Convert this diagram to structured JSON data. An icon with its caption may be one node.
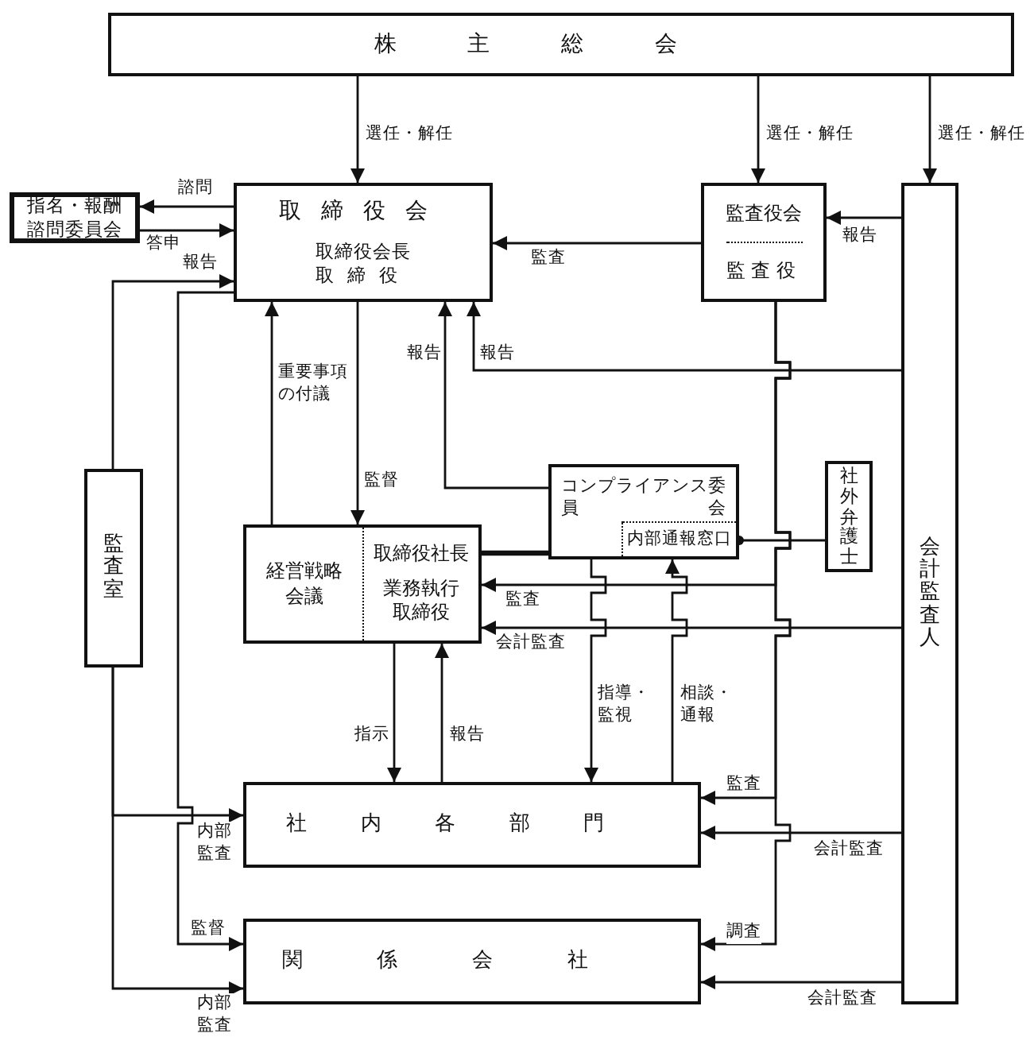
{
  "diagram": {
    "nodes": [
      {
        "text": [
          "株主総会"
        ]
      },
      {
        "text": [
          "指名・報酬諮問委員会"
        ]
      },
      {
        "text": [
          "取締役会",
          "取締役会長",
          "取締役"
        ]
      },
      {
        "text": [
          "監査役会",
          "監査役"
        ]
      },
      {
        "text": [
          "会計監査人"
        ]
      },
      {
        "text": [
          "監査室"
        ]
      },
      {
        "text": [
          "コンプライアンス委員会"
        ]
      },
      {
        "text": [
          "内部通報窓口"
        ],
        "in": 6
      },
      {
        "text": [
          "社外弁護士"
        ]
      },
      {
        "text": [
          "経営戦略会議",
          "取締役社長",
          "業務執行取締役"
        ]
      },
      {
        "text": [
          "社内各部門"
        ]
      },
      {
        "text": [
          "関係会社"
        ]
      }
    ],
    "edges": [
      {
        "from": 0,
        "to": 2,
        "arrow": "to",
        "label": "選任・解任"
      },
      {
        "from": 0,
        "to": 3,
        "arrow": "to",
        "label": "選任・解任"
      },
      {
        "from": 0,
        "to": 4,
        "arrow": "to",
        "label": "選任・解任"
      },
      {
        "from": 2,
        "to": 1,
        "arrow": "to",
        "label": "諮問"
      },
      {
        "from": 1,
        "to": 2,
        "arrow": "to",
        "label": "答申"
      },
      {
        "from": 5,
        "to": 2,
        "arrow": "to",
        "label": "報告"
      },
      {
        "from": 3,
        "to": 2,
        "arrow": "to",
        "label": "監査"
      },
      {
        "from": 4,
        "to": 3,
        "arrow": "to",
        "label": "報告"
      },
      {
        "from": 9,
        "to": 2,
        "arrow": "to",
        "label": "重要事項の付議"
      },
      {
        "from": 2,
        "to": 9,
        "arrow": "to",
        "label": "監督"
      },
      {
        "from": 6,
        "to": 2,
        "arrow": "to",
        "label": "報告"
      },
      {
        "from": 4,
        "to": 2,
        "arrow": "to",
        "label": "報告"
      },
      {
        "from": 9,
        "to": 6,
        "arrow": "none",
        "style": "thick"
      },
      {
        "from": 3,
        "to": 9,
        "arrow": "to",
        "label": "監査"
      },
      {
        "from": 4,
        "to": 9,
        "arrow": "to",
        "label": "会計監査"
      },
      {
        "from": 9,
        "to": 10,
        "arrow": "to",
        "label": "指示"
      },
      {
        "from": 10,
        "to": 9,
        "arrow": "to",
        "label": "報告"
      },
      {
        "from": 6,
        "to": 10,
        "arrow": "to",
        "label": "指導・監視"
      },
      {
        "from": 10,
        "to": 7,
        "arrow": "to",
        "label": "相談・通報"
      },
      {
        "from": 8,
        "to": 7,
        "arrow": "other"
      },
      {
        "from": 5,
        "to": 10,
        "arrow": "to",
        "label": "内部監査"
      },
      {
        "from": 5,
        "to": 11,
        "arrow": "to",
        "label": "内部監査"
      },
      {
        "from": 2,
        "to": 11,
        "arrow": "to",
        "label": "監督"
      },
      {
        "from": 3,
        "to": 10,
        "arrow": "to",
        "label": "監査"
      },
      {
        "from": 3,
        "to": 11,
        "arrow": "to",
        "label": "調査"
      },
      {
        "from": 4,
        "to": 10,
        "arrow": "to",
        "label": "会計監査"
      },
      {
        "from": 4,
        "to": 11,
        "arrow": "to",
        "label": "会計監査"
      }
    ]
  }
}
